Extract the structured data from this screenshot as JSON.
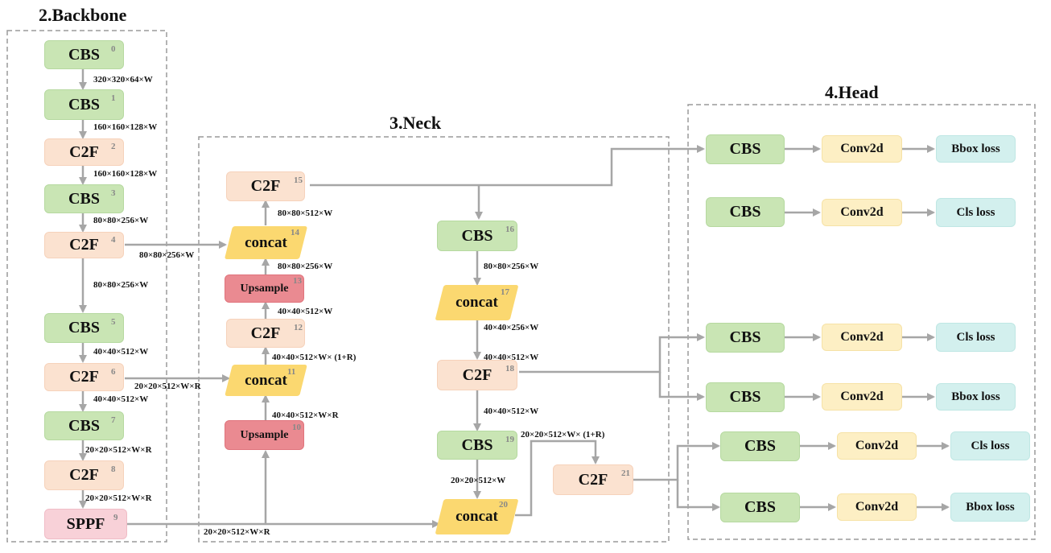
{
  "sections": {
    "backbone": "2.Backbone",
    "neck": "3.Neck",
    "head": "4.Head"
  },
  "backbone": [
    {
      "label": "CBS",
      "idx": "0"
    },
    {
      "label": "CBS",
      "idx": "1"
    },
    {
      "label": "C2F",
      "idx": "2"
    },
    {
      "label": "CBS",
      "idx": "3"
    },
    {
      "label": "C2F",
      "idx": "4"
    },
    {
      "label": "CBS",
      "idx": "5"
    },
    {
      "label": "C2F",
      "idx": "6"
    },
    {
      "label": "CBS",
      "idx": "7"
    },
    {
      "label": "C2F",
      "idx": "8"
    },
    {
      "label": "SPPF",
      "idx": "9"
    }
  ],
  "neck_left": {
    "upsample10": {
      "label": "Upsample",
      "idx": "10"
    },
    "concat11": {
      "label": "concat",
      "idx": "11"
    },
    "c2f12": {
      "label": "C2F",
      "idx": "12"
    },
    "upsample13": {
      "label": "Upsample",
      "idx": "13"
    },
    "concat14": {
      "label": "concat",
      "idx": "14"
    },
    "c2f15": {
      "label": "C2F",
      "idx": "15"
    }
  },
  "neck_right": {
    "cbs16": {
      "label": "CBS",
      "idx": "16"
    },
    "concat17": {
      "label": "concat",
      "idx": "17"
    },
    "c2f18": {
      "label": "C2F",
      "idx": "18"
    },
    "cbs19": {
      "label": "CBS",
      "idx": "19"
    },
    "concat20": {
      "label": "concat",
      "idx": "20"
    },
    "c2f21": {
      "label": "C2F",
      "idx": "21"
    }
  },
  "head": [
    [
      "CBS",
      "Conv2d",
      "Bbox loss"
    ],
    [
      "CBS",
      "Conv2d",
      "Cls loss"
    ],
    [
      "CBS",
      "Conv2d",
      "Cls loss"
    ],
    [
      "CBS",
      "Conv2d",
      "Bbox loss"
    ],
    [
      "CBS",
      "Conv2d",
      "Cls loss"
    ],
    [
      "CBS",
      "Conv2d",
      "Bbox loss"
    ]
  ],
  "dims": {
    "b01": "320×320×64×W",
    "b12": "160×160×128×W",
    "b23": "160×160×128×W",
    "b34": "80×80×256×W",
    "b45": "80×80×256×W",
    "b4_14": "80×80×256×W",
    "b56": "40×40×512×W",
    "b67": "40×40×512×W",
    "b6_11": "20×20×512×W×R",
    "b78": "20×20×512×W×R",
    "b89": "20×20×512×W×R",
    "b9_out": "20×20×512×W×R",
    "n10_11": "40×40×512×W×R",
    "n11_12": "40×40×512×W×  (1+R)",
    "n12_13": "40×40×512×W",
    "n13_14": "80×80×256×W",
    "n14_15": "80×80×512×W",
    "n16_17": "80×80×256×W",
    "n17_18a": "40×40×256×W",
    "n17_18b": "40×40×512×W",
    "n18_19": "40×40×512×W",
    "n19_20": "20×20×512×W",
    "n20_21": "20×20×512×W×  (1+R)"
  },
  "colors": {
    "cbs": "#c9e5b4",
    "c2f": "#fbe2d0",
    "conv2d": "#fdefc4",
    "loss": "#d3f0ee",
    "concat": "#fbd870",
    "upsample": "#ea8a91",
    "sppf": "#f8d1d8",
    "arrow": "#a6a6a6"
  }
}
